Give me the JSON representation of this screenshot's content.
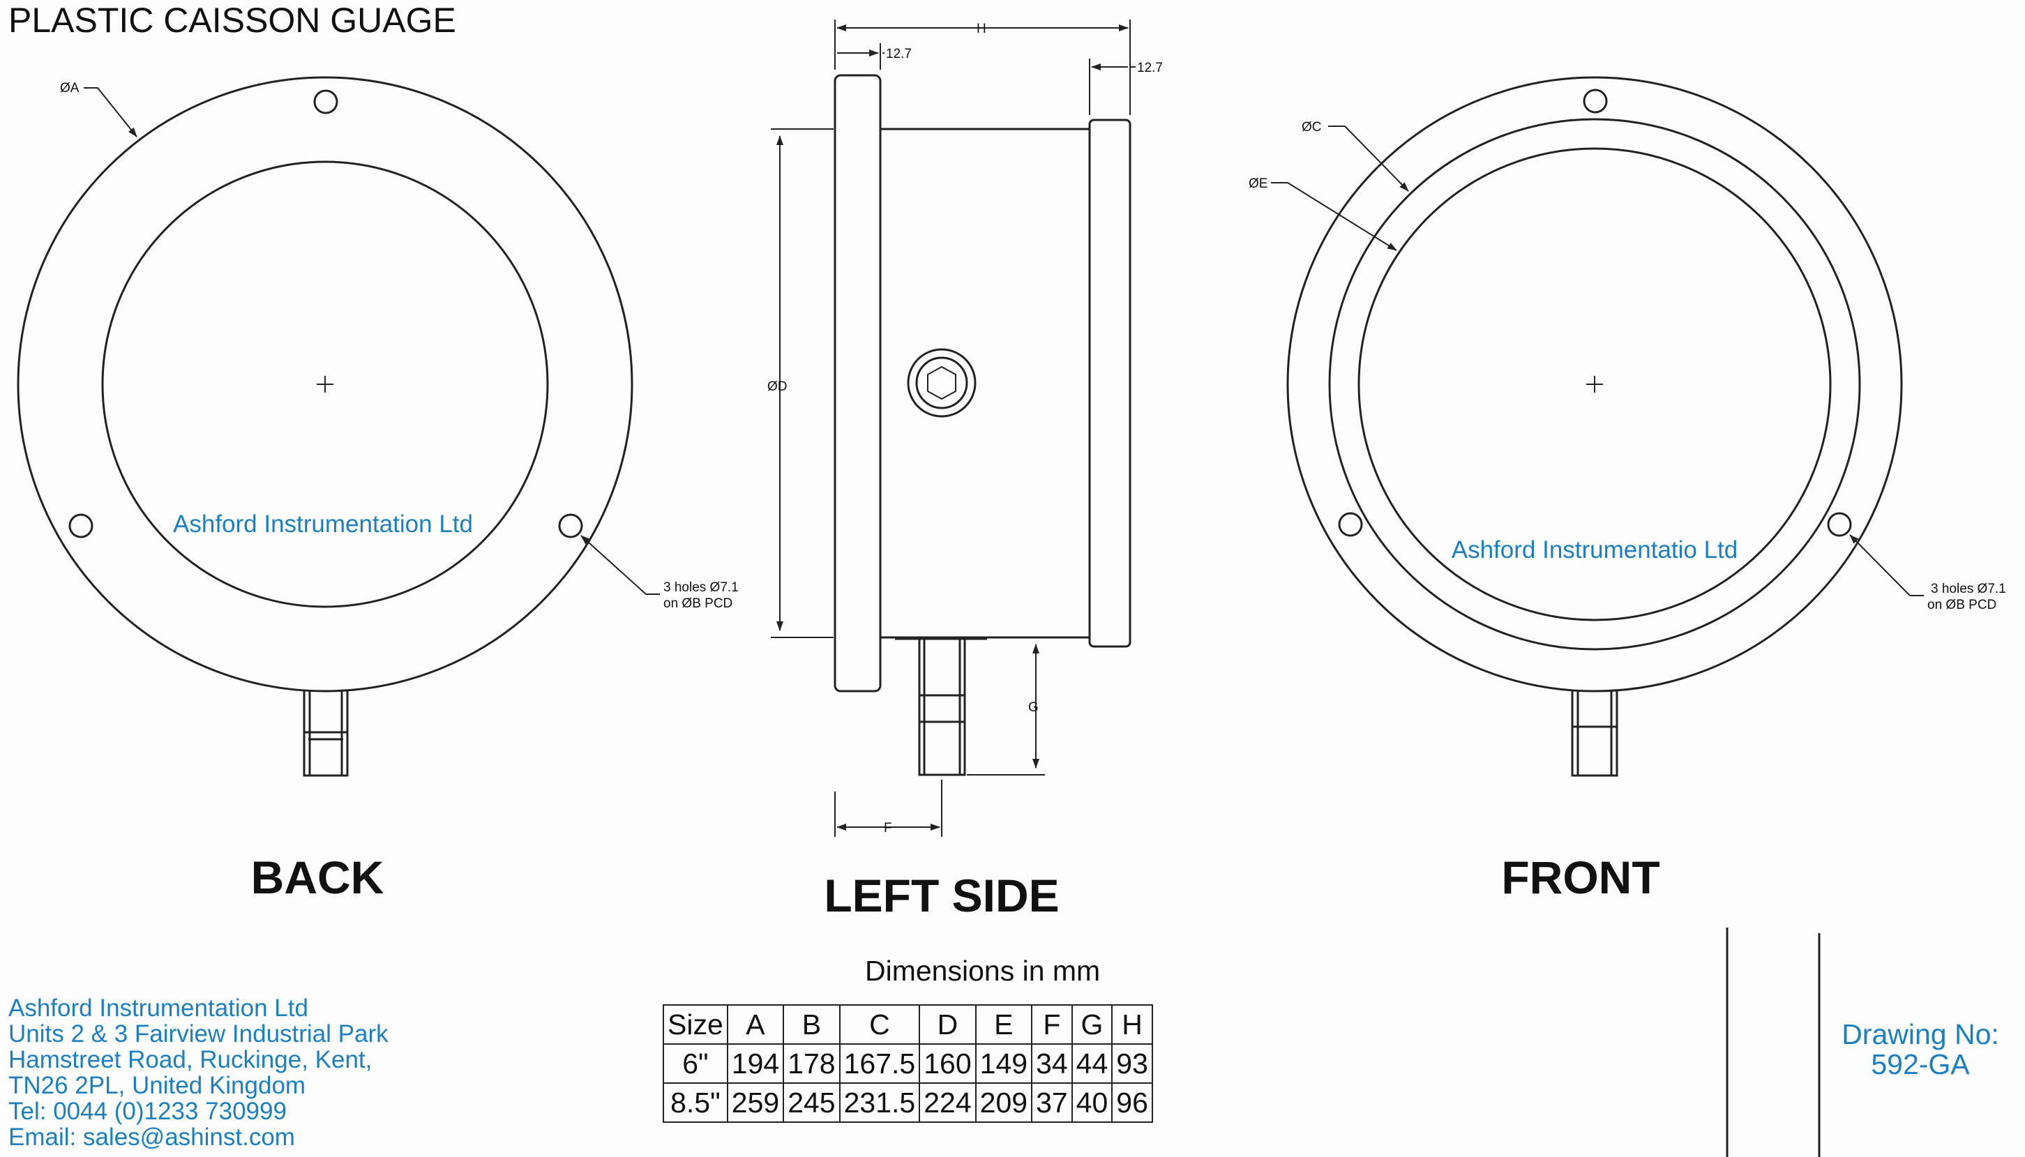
{
  "title": "PLASTIC CAISSON GUAGE",
  "views": {
    "back": "BACK",
    "left_side": "LEFT SIDE",
    "front": "FRONT"
  },
  "watermarks": {
    "back": "Ashford Instrumentation Ltd",
    "front": "Ashford Instrumentatio Ltd"
  },
  "callouts": {
    "dia_a": "ØA",
    "dia_c": "ØC",
    "dia_e": "ØE",
    "dia_d": "ØD",
    "dim_h": "H",
    "dim_g": "G",
    "dim_f": "F",
    "flange_left": "12.7",
    "flange_right": "12.7",
    "holes_back_line1": "3 holes Ø7.1",
    "holes_back_line2": "on ØB PCD",
    "holes_front_line1": "3 holes Ø7.1",
    "holes_front_line2": "on ØB PCD"
  },
  "table": {
    "caption": "Dimensions in mm",
    "headers": [
      "Size",
      "A",
      "B",
      "C",
      "D",
      "E",
      "F",
      "G",
      "H"
    ],
    "rows": [
      [
        "6\"",
        "194",
        "178",
        "167.5",
        "160",
        "149",
        "34",
        "44",
        "93"
      ],
      [
        "8.5\"",
        "259",
        "245",
        "231.5",
        "224",
        "209",
        "37",
        "40",
        "96"
      ]
    ]
  },
  "address": {
    "company": "Ashford Instrumentation Ltd",
    "line1": "Units 2 & 3 Fairview Industrial Park",
    "line2": "Hamstreet Road, Ruckinge, Kent,",
    "line3": "TN26 2PL, United Kingdom",
    "tel": "Tel: 0044 (0)1233 730999",
    "email": "Email: sales@ashinst.com"
  },
  "drawing_no": {
    "label": "Drawing No:",
    "value": "592-GA"
  },
  "colors": {
    "line": "#222222",
    "accent_blue": "#1a7fc4"
  }
}
